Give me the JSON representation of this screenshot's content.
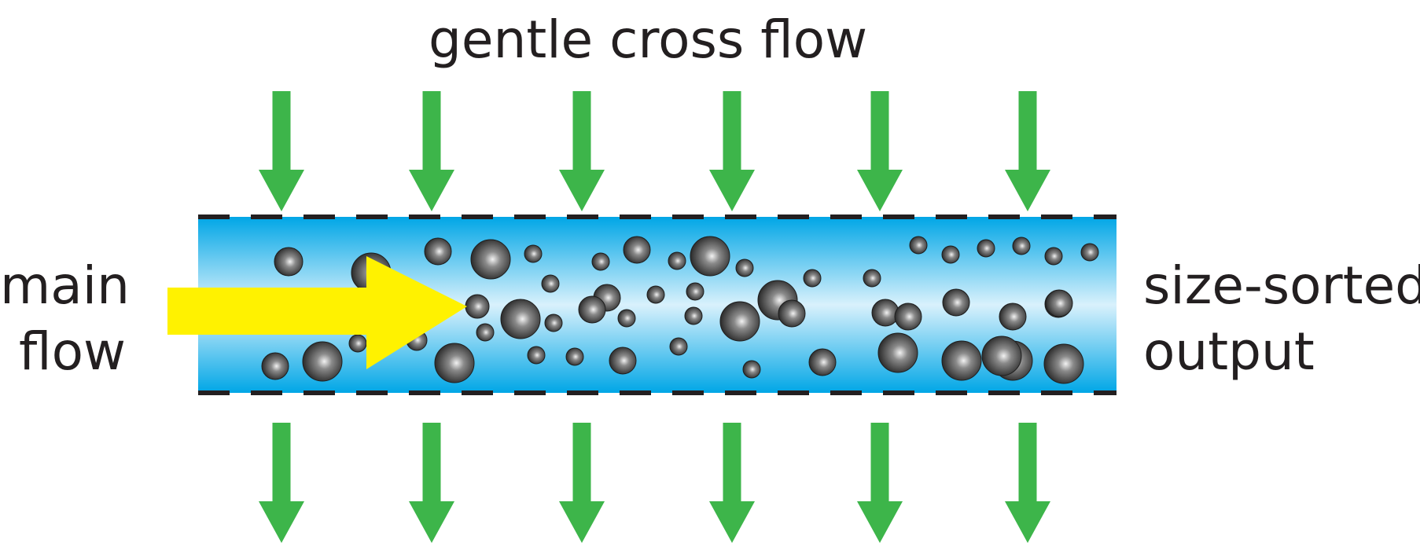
{
  "diagram": {
    "title": "gentle cross flow",
    "input_label": [
      "main",
      "flow"
    ],
    "output_label": [
      "size-sorted",
      "output"
    ],
    "colors": {
      "cross_flow_arrow": "#3db54a",
      "main_flow_arrow": "#fff200",
      "channel_edge": "#00a6e6",
      "channel_center": "#d9f1fc",
      "membrane": "#231f20",
      "particle": "#3a3a3a",
      "text": "#231f20"
    },
    "arrow_count_top": 6,
    "arrow_count_bottom": 6,
    "particle_sizes": [
      "small",
      "medium",
      "large"
    ]
  }
}
